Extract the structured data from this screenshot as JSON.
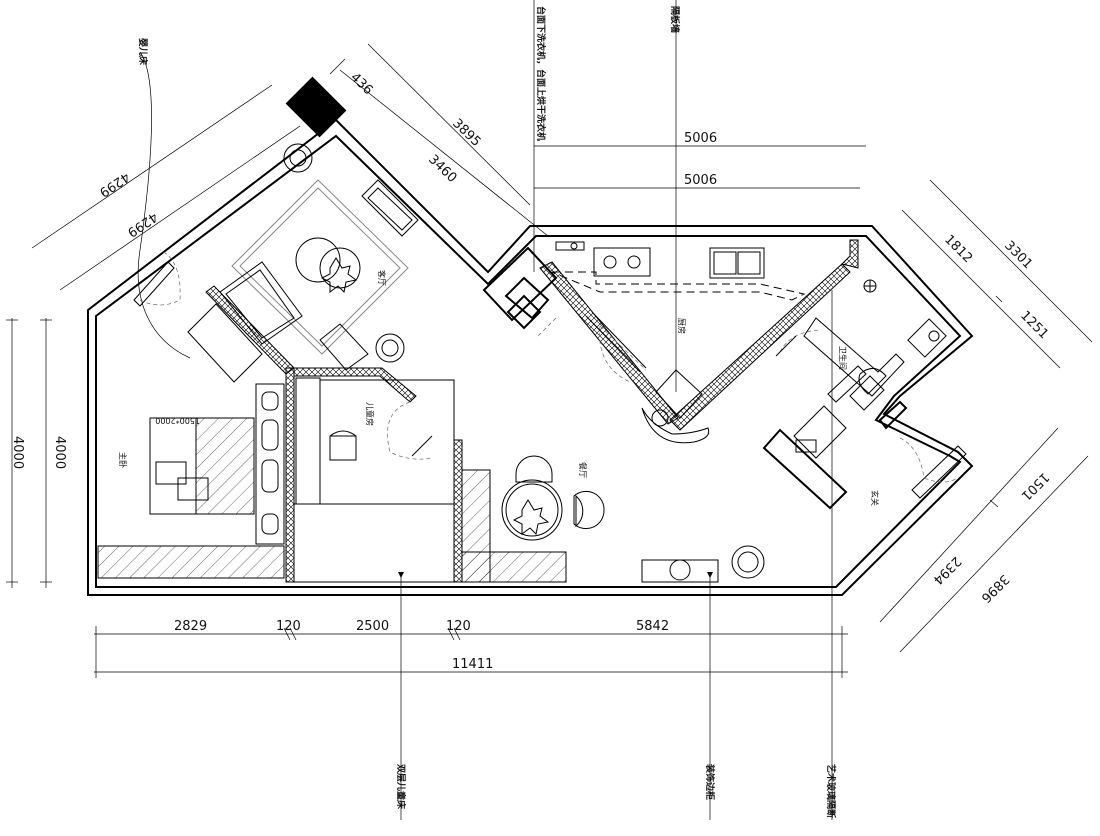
{
  "rooms": {
    "living": "客厅",
    "master_bedroom": "主卧",
    "kids_room": "儿童房",
    "kitchen": "厨房",
    "bathroom": "卫生间",
    "dining": "餐厅",
    "entrance": "玄关"
  },
  "bed_size": "1500*2000",
  "annotations": {
    "flower_stand": "婴儿床",
    "washer_note": "台面下洗衣机，台面上烘干洗衣机",
    "partition": "隔板墙",
    "bunk_bed": "双层儿童床",
    "decor_cabinet": "装饰边柜",
    "glass_partition": "艺术玻璃隔断"
  },
  "dimensions": {
    "left_outer": "4000",
    "left_inner": "4000",
    "diag_outer": "4299",
    "diag_inner": "4299",
    "d436": "436",
    "d3895": "3895",
    "d3460": "3460",
    "top_outer": "5006",
    "top_inner": "5006",
    "d3301": "3301",
    "d1812": "1812",
    "d1251": "1251",
    "d1501": "1501",
    "d2394": "2394",
    "d3896": "3896",
    "b2829": "2829",
    "b120a": "120",
    "b2500": "2500",
    "b120b": "120",
    "b5842": "5842",
    "total": "11411"
  }
}
